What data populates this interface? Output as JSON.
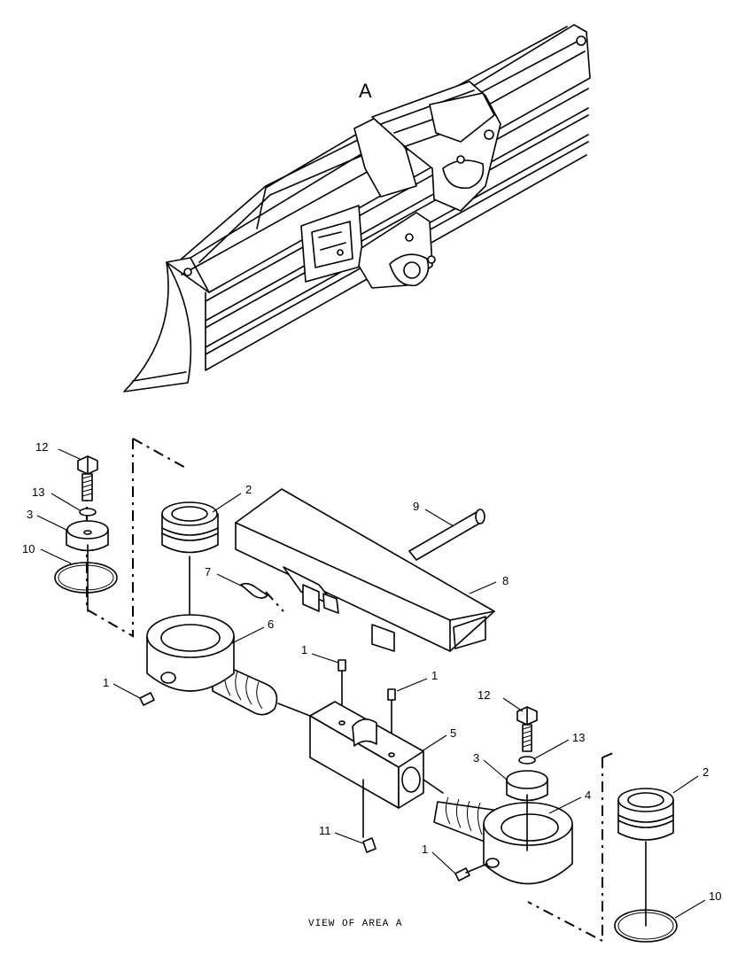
{
  "area_label": "A",
  "view_caption": "VIEW OF AREA A",
  "callouts": [
    {
      "id": "c12a",
      "text": "12"
    },
    {
      "id": "c13a",
      "text": "13"
    },
    {
      "id": "c3a",
      "text": "3"
    },
    {
      "id": "c10a",
      "text": "10"
    },
    {
      "id": "c2a",
      "text": "2"
    },
    {
      "id": "c9",
      "text": "9"
    },
    {
      "id": "c7",
      "text": "7"
    },
    {
      "id": "c8",
      "text": "8"
    },
    {
      "id": "c6",
      "text": "6"
    },
    {
      "id": "c1a",
      "text": "1"
    },
    {
      "id": "c1b",
      "text": "1"
    },
    {
      "id": "c1c",
      "text": "1"
    },
    {
      "id": "c5",
      "text": "5"
    },
    {
      "id": "c12b",
      "text": "12"
    },
    {
      "id": "c13b",
      "text": "13"
    },
    {
      "id": "c3b",
      "text": "3"
    },
    {
      "id": "c4",
      "text": "4"
    },
    {
      "id": "c2b",
      "text": "2"
    },
    {
      "id": "c11",
      "text": "11"
    },
    {
      "id": "c1d",
      "text": "1"
    },
    {
      "id": "c10b",
      "text": "10"
    }
  ]
}
